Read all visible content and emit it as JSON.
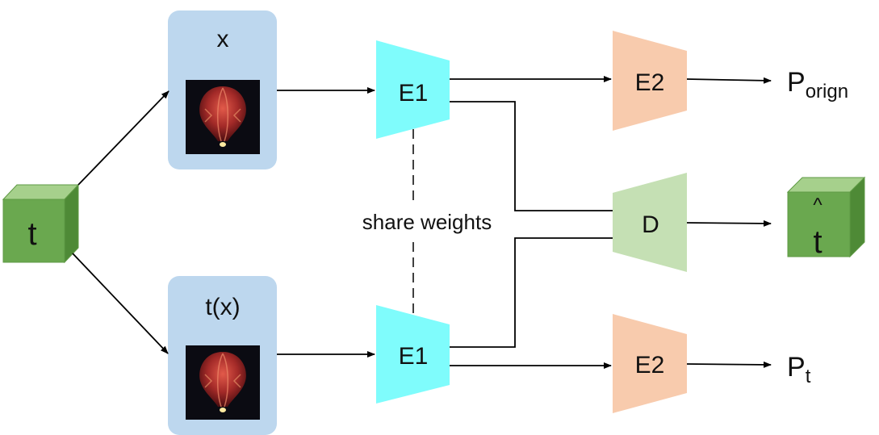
{
  "transform_cube": {
    "label": "t",
    "colors": {
      "front": "#6aa84f",
      "top": "#a6d08c",
      "side": "#4e8a36",
      "edge": "#5f9a44"
    }
  },
  "input_original": {
    "label": "x",
    "image": "hot-air-balloon-photo",
    "box_color": "#bdd7ee"
  },
  "input_transformed": {
    "label": "t(x)",
    "image": "hot-air-balloon-photo",
    "box_color": "#bdd7ee"
  },
  "encoder_top": {
    "label": "E1",
    "color": "#7ffcfc"
  },
  "encoder_bottom": {
    "label": "E1",
    "color": "#7ffcfc"
  },
  "shared_note": "share weights",
  "head_top": {
    "label": "E2",
    "color": "#f8cbad"
  },
  "head_bottom": {
    "label": "E2",
    "color": "#f8cbad"
  },
  "decoder": {
    "label": "D",
    "color": "#c5e0b4"
  },
  "output_top": {
    "main": "P",
    "sub": "orign"
  },
  "output_bottom": {
    "main": "P",
    "sub": "t"
  },
  "output_cube": {
    "label": "t",
    "hat": "^"
  }
}
